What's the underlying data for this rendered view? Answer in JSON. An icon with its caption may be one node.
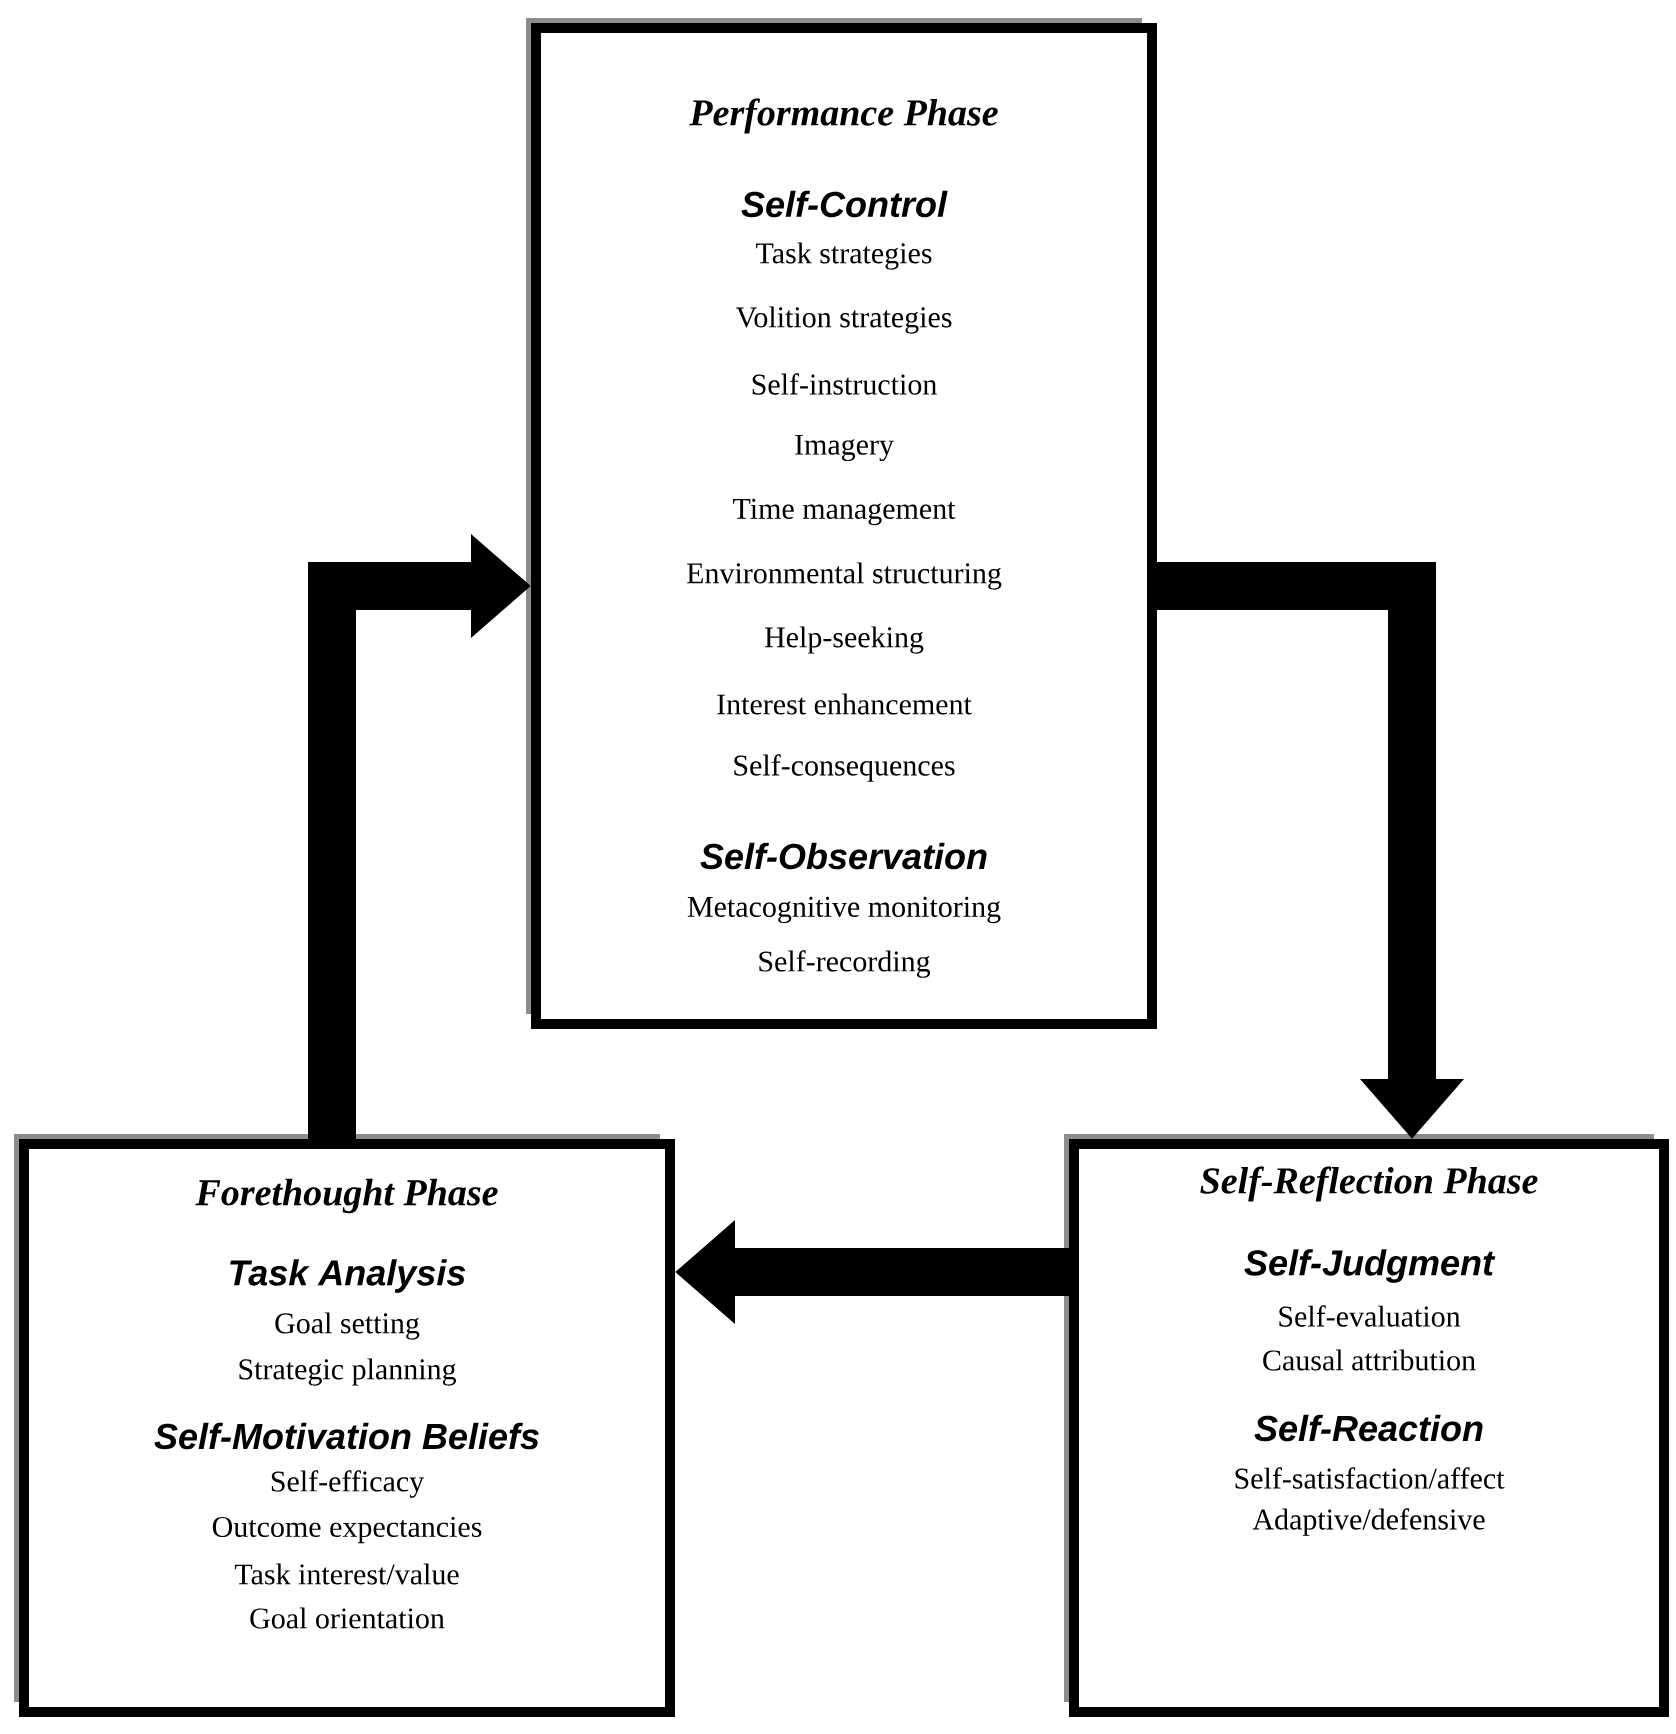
{
  "diagram": {
    "nodes": [
      {
        "text": [
          "Performance Phase",
          "Self-Control",
          "Task strategies",
          "Volition strategies",
          "Self-instruction",
          "Imagery",
          "Time management",
          "Environmental structuring",
          "Help-seeking",
          "Interest enhancement",
          "Self-consequences",
          "Self-Observation",
          "Metacognitive monitoring",
          "Self-recording"
        ]
      },
      {
        "text": [
          "Forethought Phase",
          "Task Analysis",
          "Goal setting",
          "Strategic planning",
          "Self-Motivation Beliefs",
          "Self-efficacy",
          "Outcome expectancies",
          "Task interest/value",
          "Goal orientation"
        ]
      },
      {
        "text": [
          "Self-Reflection Phase",
          "Self-Judgment",
          "Self-evaluation",
          "Causal attribution",
          "Self-Reaction",
          "Self-satisfaction/affect",
          "Adaptive/defensive"
        ]
      }
    ],
    "edges": [
      {
        "from": 1,
        "to": 0,
        "arrow": "to"
      },
      {
        "from": 0,
        "to": 2,
        "arrow": "to"
      },
      {
        "from": 2,
        "to": 1,
        "arrow": "to"
      }
    ]
  }
}
